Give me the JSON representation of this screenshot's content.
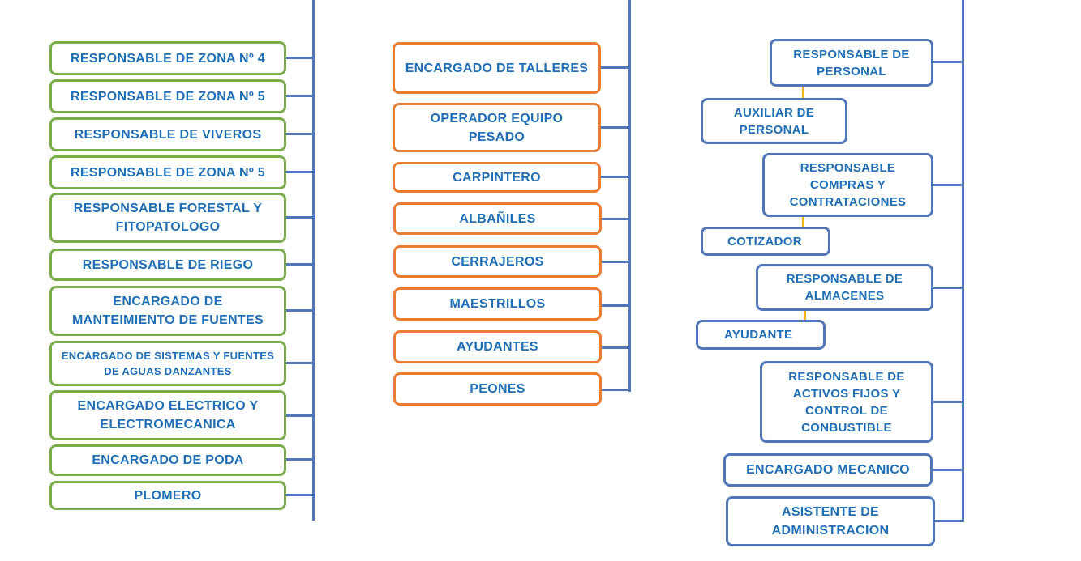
{
  "colors": {
    "connector": "#4f77b7",
    "sub_connector": "#f2b319",
    "text": "#1f6fb5",
    "group_1_border": "#78ad4a",
    "group_2_border": "#ea7d33",
    "group_3_border": "#4f77b7"
  },
  "group_1": [
    "RESPONSABLE DE ZONA Nº 4",
    "RESPONSABLE DE ZONA Nº 5",
    "RESPONSABLE DE VIVEROS",
    "RESPONSABLE DE ZONA Nº 5",
    "RESPONSABLE FORESTAL Y FITOPATOLOGO",
    "RESPONSABLE DE RIEGO",
    "ENCARGADO DE MANTEIMIENTO DE FUENTES",
    "ENCARGADO DE SISTEMAS Y FUENTES DE AGUAS DANZANTES",
    "ENCARGADO ELECTRICO Y ELECTROMECANICA",
    "ENCARGADO DE PODA",
    "PLOMERO"
  ],
  "group_2": [
    "ENCARGADO DE TALLERES",
    "OPERADOR EQUIPO PESADO",
    "CARPINTERO",
    "ALBAÑILES",
    "CERRAJEROS",
    "MAESTRILLOS",
    "AYUDANTES",
    "PEONES"
  ],
  "group_3": {
    "personal": "RESPONSABLE DE PERSONAL",
    "aux_personal": "AUXILIAR DE PERSONAL",
    "compras": "RESPONSABLE COMPRAS Y CONTRATACIONES",
    "cotizador": "COTIZADOR",
    "almacenes": "RESPONSABLE DE ALMACENES",
    "ayudante": "AYUDANTE",
    "activos": "RESPONSABLE DE ACTIVOS FIJOS Y CONTROL DE CONBUSTIBLE",
    "mecanico": "ENCARGADO MECANICO",
    "asistente": "ASISTENTE DE ADMINISTRACION"
  }
}
